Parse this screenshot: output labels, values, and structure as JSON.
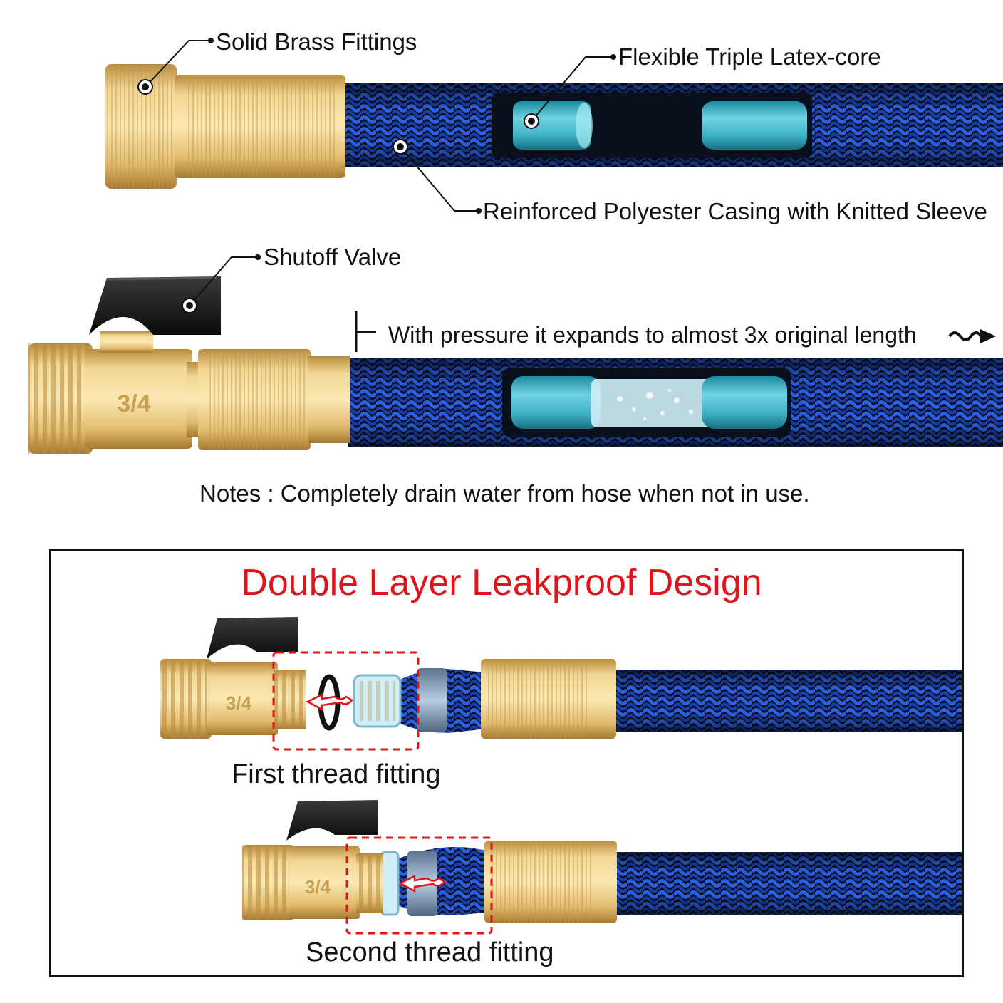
{
  "callouts": {
    "solid_brass": "Solid Brass Fittings",
    "latex_core": "Flexible Triple Latex-core",
    "casing": "Reinforced Polyester Casing with Knitted Sleeve",
    "shutoff": "Shutoff Valve"
  },
  "expansion_note": "With pressure it expands to almost 3x original length",
  "notes": "Notes : Completely drain water from hose when not in use.",
  "leakproof": {
    "title": "Double Layer Leakproof Design",
    "first_caption": "First thread fitting",
    "second_caption": "Second thread fitting",
    "fitting_marking": "3/4"
  },
  "colors": {
    "brass": "#e8c77e",
    "hose_blue": "#1f4fc4",
    "hose_black": "#0d1020",
    "latex_core": "#3fb3c8",
    "title_red": "#e0141a",
    "dashed_box": "#e0141a"
  }
}
